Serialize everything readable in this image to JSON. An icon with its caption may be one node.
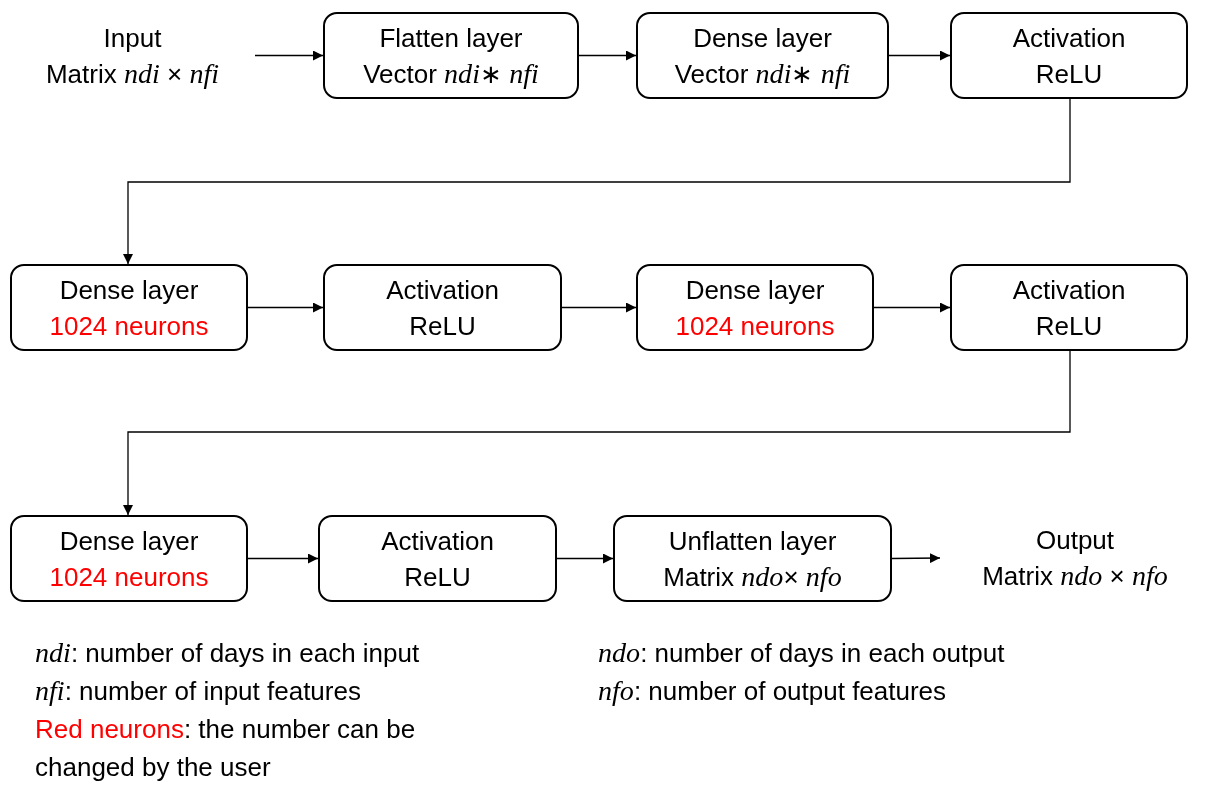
{
  "diagram": {
    "nodes": [
      {
        "text": [
          "Input",
          "Matrix *ndi* × *nfi*"
        ]
      },
      {
        "text": [
          "Flatten layer",
          "Vector *ndi*∗ *nfi*"
        ]
      },
      {
        "text": [
          "Dense layer",
          "Vector *ndi*∗ *nfi*"
        ]
      },
      {
        "text": [
          "Activation",
          "ReLU"
        ]
      },
      {
        "text": [
          "Dense layer",
          "1024 neurons"
        ]
      },
      {
        "text": [
          "Activation",
          "ReLU"
        ]
      },
      {
        "text": [
          "Dense layer",
          "1024 neurons"
        ]
      },
      {
        "text": [
          "Activation",
          "ReLU"
        ]
      },
      {
        "text": [
          "Dense layer",
          "1024 neurons"
        ]
      },
      {
        "text": [
          "Activation",
          "ReLU"
        ]
      },
      {
        "text": [
          "Unflatten layer",
          "Matrix *ndo*× *nfo*"
        ]
      },
      {
        "text": [
          "Output",
          "Matrix *ndo* × *nfo*"
        ]
      }
    ],
    "edges": [
      {
        "from": 0,
        "to": 1,
        "arrow": "to"
      },
      {
        "from": 1,
        "to": 2,
        "arrow": "to"
      },
      {
        "from": 2,
        "to": 3,
        "arrow": "to"
      },
      {
        "from": 3,
        "to": 4,
        "arrow": "to"
      },
      {
        "from": 4,
        "to": 5,
        "arrow": "to"
      },
      {
        "from": 5,
        "to": 6,
        "arrow": "to"
      },
      {
        "from": 6,
        "to": 7,
        "arrow": "to"
      },
      {
        "from": 7,
        "to": 8,
        "arrow": "to"
      },
      {
        "from": 8,
        "to": 9,
        "arrow": "to"
      },
      {
        "from": 9,
        "to": 10,
        "arrow": "to"
      },
      {
        "from": 10,
        "to": 11,
        "arrow": "to"
      }
    ],
    "labels": [
      "*ndi*: number of days in each input",
      "*ndo*: number of days in each output",
      "*nfi*: number of input features",
      "*nfo*: number of output features",
      "Red neurons: the number can be changed by the user"
    ]
  }
}
